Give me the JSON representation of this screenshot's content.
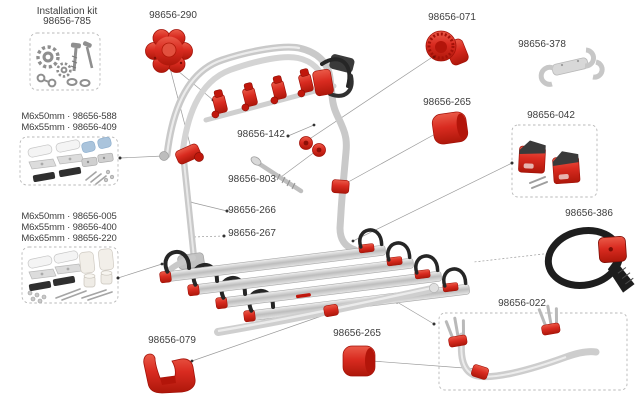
{
  "diagram": {
    "type": "exploded-parts-diagram",
    "product": "bike carrier rack parts diagram",
    "colors": {
      "part_red": "#d92b20",
      "part_red_dark": "#a31108",
      "strap_black": "#262626",
      "tube_gray": "#cdcdcd",
      "pad_blue": "#a9c4dd",
      "label_text": "#3d3d3d",
      "leader_line": "#9a9a9a"
    }
  },
  "labels": {
    "installation_kit_line1": "Installation kit",
    "installation_kit_line2": "98656-785",
    "knob": "98656-290",
    "ratchet_clamp": "98656-071",
    "hook_bracket": "98656-378",
    "end_cap_upper": "98656-265",
    "bike_block_kit": "98656-042",
    "frame_tube": "98656-142",
    "bolt": "98656-803",
    "rail_upper": "98656-266",
    "rail_lower": "98656-267",
    "strap_buckle": "98656-386",
    "support_frame": "98656-022",
    "rail_holder": "98656-079",
    "end_cap_lower": "98656-265",
    "kit1_rows": [
      "M6x50mm · 98656-588",
      "M6x55mm · 98656-409"
    ],
    "kit2_rows": [
      "M6x50mm · 98656-005",
      "M6x55mm · 98656-400",
      "M6x65mm · 98656-220"
    ]
  }
}
